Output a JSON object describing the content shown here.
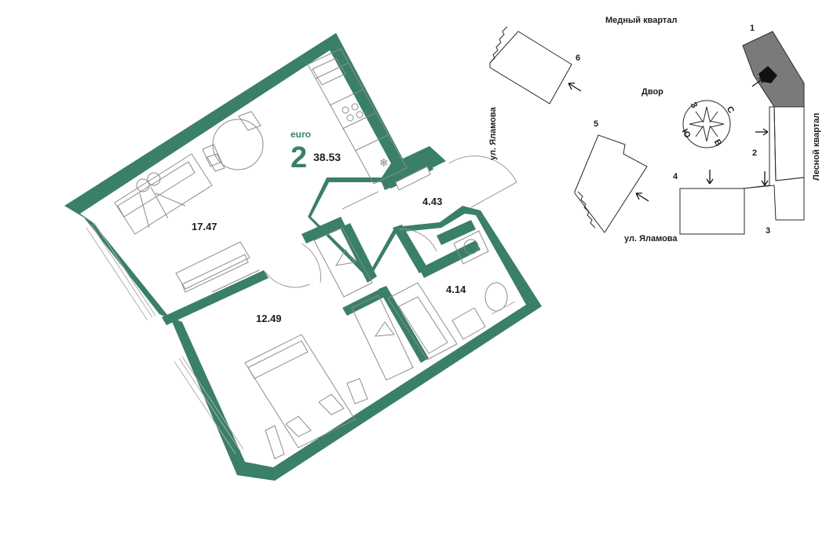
{
  "apartment": {
    "class_label": "euro",
    "rooms_count": "2",
    "total_area": "38.53"
  },
  "rooms": {
    "living_kitchen": "17.47",
    "bedroom": "12.49",
    "hallway": "4.43",
    "bathroom": "4.14"
  },
  "site_plan": {
    "north_label": "Медный квартал",
    "east_label": "Лесной квартал",
    "street_top": "ул. Яламова",
    "street_bottom": "ул. Яламова",
    "courtyard": "Двор",
    "buildings": [
      "1",
      "2",
      "3",
      "4",
      "5",
      "6"
    ],
    "compass": {
      "north": "С",
      "east": "В",
      "south": "Ю",
      "west": "З"
    }
  },
  "colors": {
    "wall": "#3a7f69",
    "line": "#888888",
    "text": "#1e1e1e",
    "selected_building": "#7a7a7a"
  }
}
